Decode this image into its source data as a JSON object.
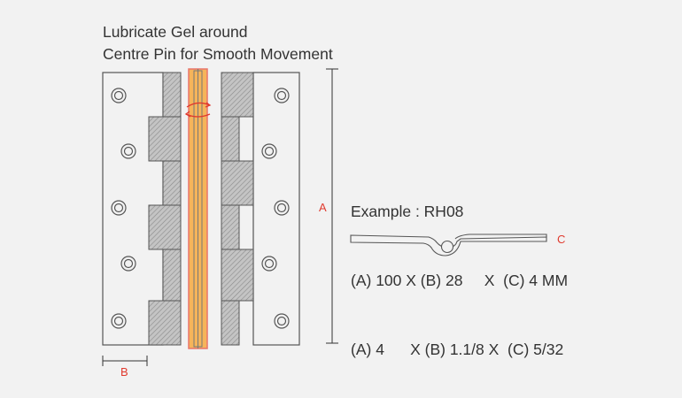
{
  "note": {
    "line1": "Lubricate Gel around",
    "line2": "Centre Pin for Smooth Movement"
  },
  "example": {
    "title": "Example : RH08",
    "row_mm": "(A) 100 X (B) 28     X  (C) 4 MM",
    "row_inch": "(A) 4      X (B) 1.1/8 X  (C) 5/32"
  },
  "dimensions": {
    "a_label": "A",
    "b_label": "B",
    "c_label": "C"
  },
  "colors": {
    "background": "#f2f2f2",
    "line": "#555555",
    "knuckle_fill": "#bdbdbd",
    "pin_fill": "#f6b45a",
    "pin_outline": "#e8756a",
    "gel_arrow": "#e03a2e",
    "dimension_label": "#e03a2e"
  }
}
